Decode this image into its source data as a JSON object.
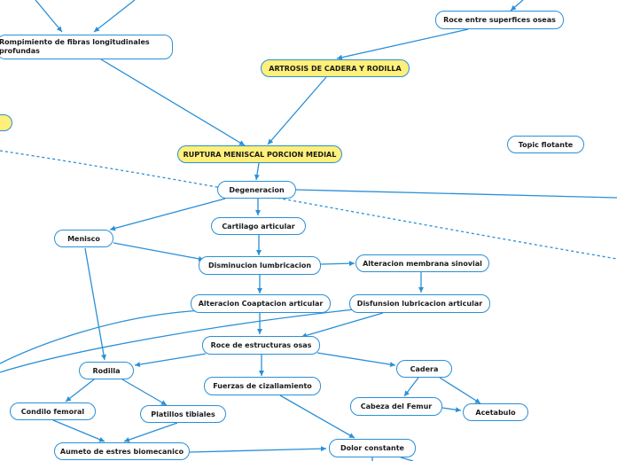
{
  "colors": {
    "line": "#2a8fd6",
    "main_fill": "#fff07a",
    "node_fill": "#ffffff"
  },
  "nodes": {
    "rompimiento": "Rompimiento de fibras longitudinales profundas",
    "roce_superficies": "Roce entre superfices oseas",
    "artrosis": "ARTROSIS DE CADERA Y RODILLA",
    "ruptura": "RUPTURA MENISCAL PORCION MEDIAL",
    "topic_flotante": "Topic flotante",
    "degeneracion": "Degeneracion",
    "cartilago": "Cartilago articular",
    "menisco": "Menisco",
    "disminucion": "Disminucion lumbricacion",
    "alteracion_membrana": "Alteracion membrana sinovial",
    "alteracion_coaptacion": "Alteracion Coaptacion articular",
    "disfuncion": "Disfunsion lubricacion articular",
    "roce_estructuras": "Roce de estructuras osas",
    "rodilla": "Rodilla",
    "cadera": "Cadera",
    "fuerzas": "Fuerzas de cizallamiento",
    "condilo": "Condilo femoral",
    "platillos": "Platillos tibiales",
    "cabeza_femur": "Cabeza del Femur",
    "acetabulo": "Acetabulo",
    "aumento_estres": "Aumeto de estres biomecanico",
    "dolor": "Dolor constante"
  }
}
